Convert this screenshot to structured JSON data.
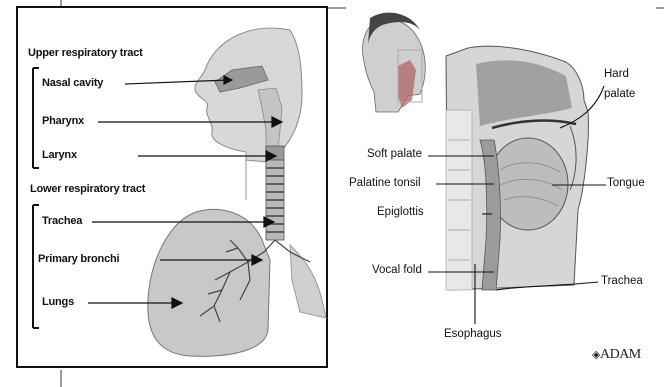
{
  "left_diagram": {
    "upper_heading": "Upper respiratory tract",
    "labels": {
      "nasal_cavity": "Nasal cavity",
      "pharynx": "Pharynx",
      "larynx": "Larynx",
      "trachea": "Trachea",
      "primary_bronchi": "Primary bronchi",
      "lungs": "Lungs"
    },
    "lower_heading": "Lower respiratory tract"
  },
  "right_diagram": {
    "labels": {
      "hard_palate": "Hard palate",
      "soft_palate": "Soft palate",
      "palatine_tonsil": "Palatine tonsil",
      "tongue": "Tongue",
      "epiglottis": "Epiglottis",
      "vocal_fold": "Vocal fold",
      "trachea": "Trachea",
      "esophagus": "Esophagus"
    },
    "logo": "ADAM"
  }
}
